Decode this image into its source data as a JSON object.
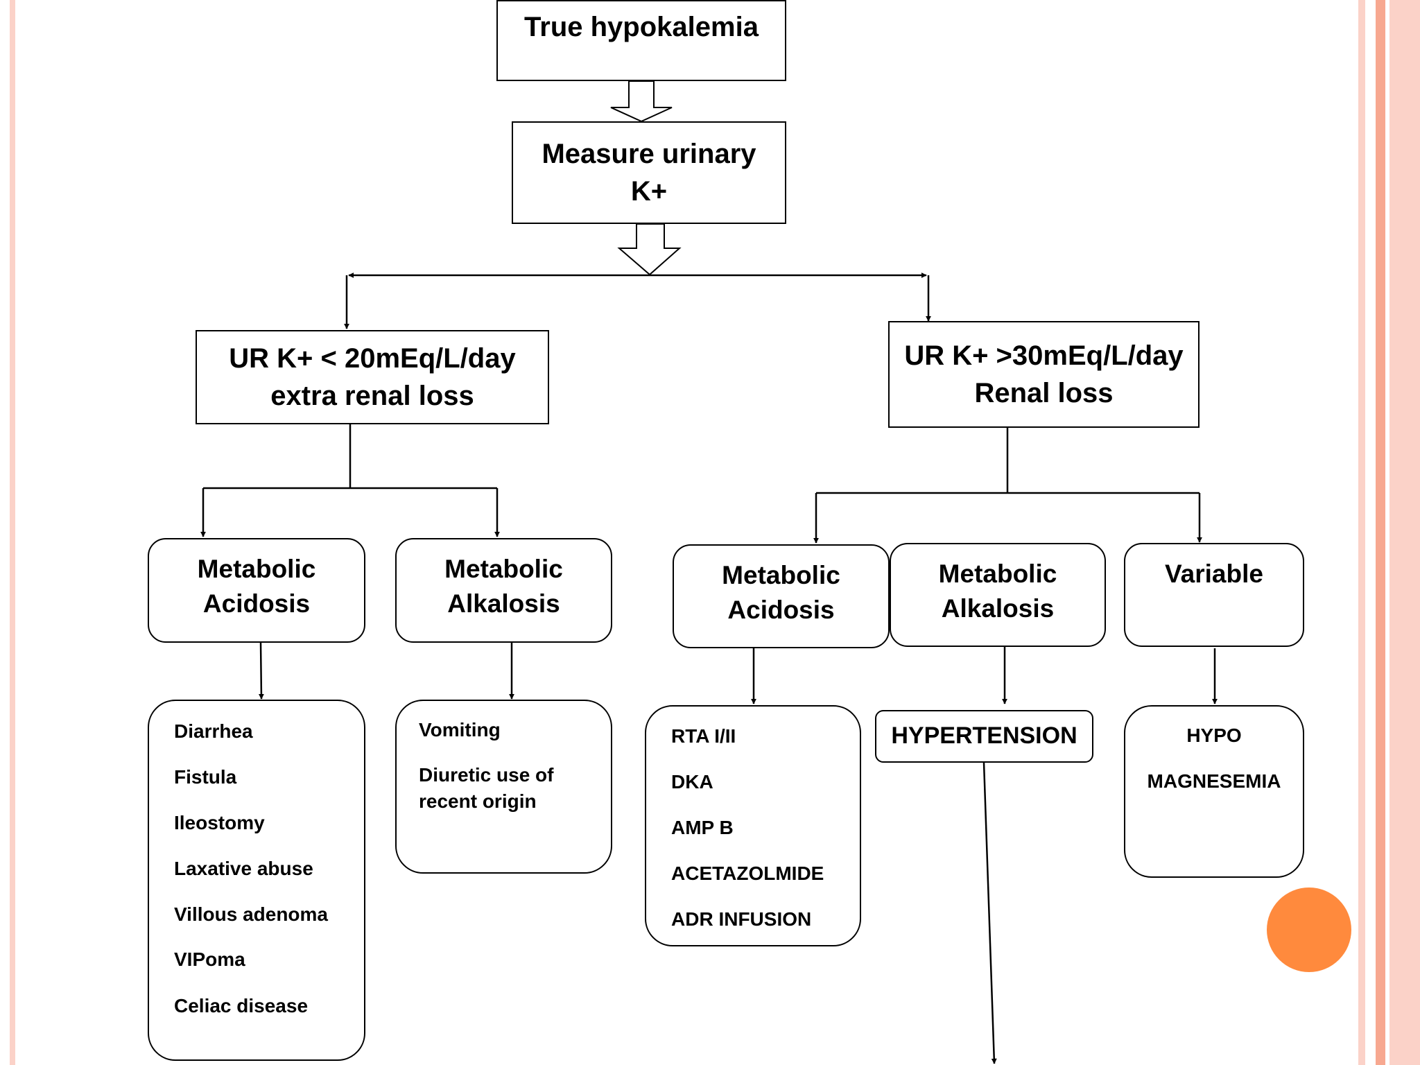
{
  "colors": {
    "stripe_light": "#fbd2c8",
    "stripe_mid": "#f7a890",
    "accent_circle": "#ff8a3d",
    "line": "#000000"
  },
  "top": {
    "line1": "True hypokalemia"
  },
  "measure": {
    "line1": "Measure urinary",
    "line2": "K+"
  },
  "extra_renal": {
    "line1": "UR K+ < 20mEq/L/day",
    "line2": "extra renal loss"
  },
  "renal": {
    "line1": "UR K+ >30mEq/L/day",
    "line2": "Renal loss"
  },
  "left_acidosis": {
    "line1": "Metabolic",
    "line2": "Acidosis"
  },
  "left_alkalosis": {
    "line1": "Metabolic",
    "line2": "Alkalosis"
  },
  "right_acidosis": {
    "line1": "Metabolic",
    "line2": "Acidosis"
  },
  "right_alkalosis": {
    "line1": "Metabolic",
    "line2": "Alkalosis"
  },
  "variable": {
    "line1": "Variable"
  },
  "acidosis_causes": [
    "Diarrhea",
    "Fistula",
    "Ileostomy",
    "Laxative abuse",
    "Villous adenoma",
    "VIPoma",
    "Celiac disease"
  ],
  "alkalosis_causes": [
    "Vomiting",
    "Diuretic use of",
    "recent origin"
  ],
  "renal_acidosis_causes": [
    "RTA I/II",
    "DKA",
    "AMP B",
    "ACETAZOLMIDE",
    "ADR INFUSION"
  ],
  "hypertension": {
    "label": "HYPERTENSION"
  },
  "variable_causes": [
    "HYPO",
    "MAGNESEMIA"
  ]
}
